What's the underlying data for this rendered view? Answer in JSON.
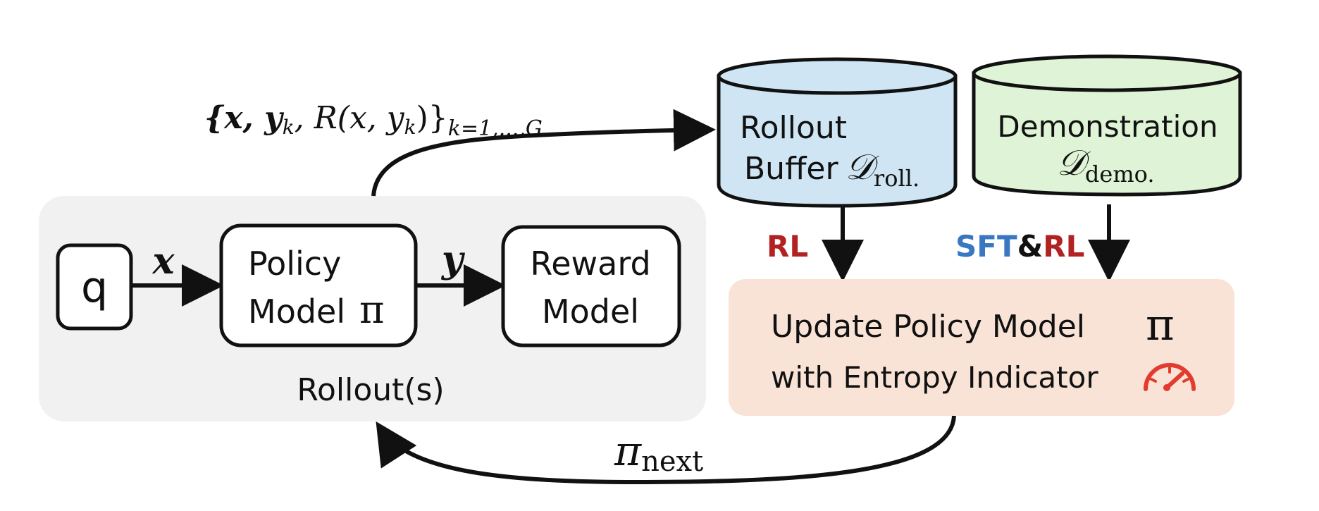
{
  "colors": {
    "rollout_panel": "#f1f1f1",
    "rollout_buffer": "#cfe5f4",
    "demonstration": "#dff3d6",
    "update_panel": "#f9e3d6",
    "rl_red": "#b22222",
    "sft_blue": "#3a77c2",
    "indicator_red": "#e23b30",
    "stroke": "#111111"
  },
  "rollout": {
    "query_label": "q",
    "x_label": "x",
    "y_label": "y",
    "policy_line1": "Policy",
    "policy_line2": "Model",
    "policy_symbol": "π",
    "reward_line1": "Reward",
    "reward_line2": "Model",
    "panel_label": "Rollout(s)"
  },
  "top_edge": {
    "set_text": "{x, y",
    "k": "k",
    "reward_text": ", R(x, y",
    "close": ")}",
    "subscript": "k=1,...,G"
  },
  "rollout_buffer": {
    "line1": "Rollout",
    "line2": "Buffer",
    "symbol": "𝒟",
    "subscript": "roll."
  },
  "demonstration": {
    "line1": "Demonstration",
    "symbol": "𝒟",
    "subscript": "demo."
  },
  "labels": {
    "rl_left": "RL",
    "sft": "SFT",
    "amp": "&",
    "rl_right": "RL"
  },
  "update": {
    "line1": "Update Policy Model",
    "symbol": "π",
    "line2": "with Entropy Indicator",
    "indicator_icon": "speedometer-icon"
  },
  "feedback": {
    "symbol": "π",
    "subscript": "next"
  }
}
